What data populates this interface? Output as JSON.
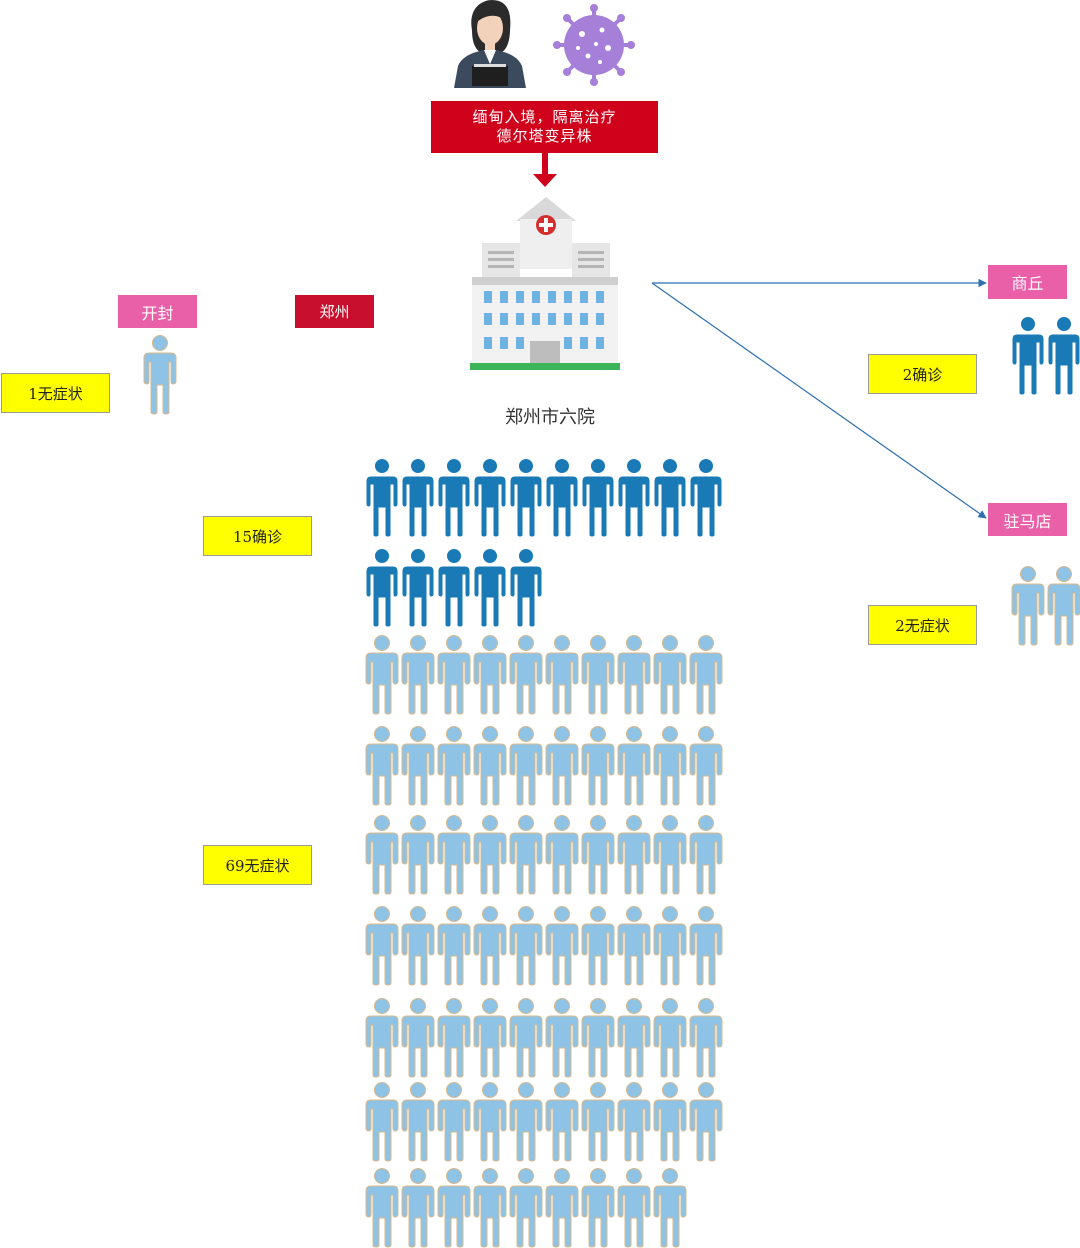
{
  "source_banner": {
    "line1": "缅甸入境，隔离治疗",
    "line2": "德尔塔变异株"
  },
  "hospital": {
    "name": "郑州市六院"
  },
  "cities": {
    "kaifeng": "开封",
    "zhengzhou": "郑州",
    "shangqiu": "商丘",
    "zhumadian": "驻马店"
  },
  "counts": {
    "kaifeng": "1无症状",
    "zhengzhou_confirmed": "15确诊",
    "zhengzhou_asymptomatic": "69无症状",
    "shangqiu": "2确诊",
    "zhumadian": "2无症状"
  },
  "colors": {
    "confirmed": "#1a7ab5",
    "asymptomatic": "#8fc3e6",
    "asymptomatic_outline": "#d9b88a",
    "banner": "#d0021b",
    "city_tag": "#e95fa8",
    "zhengzhou_tag": "#c8102e",
    "count_box": "#ffff00",
    "arrow": "#2f6fb0"
  },
  "icons": [
    "woman-avatar-icon",
    "virus-icon",
    "down-arrow-icon",
    "hospital-icon",
    "person-icon"
  ]
}
